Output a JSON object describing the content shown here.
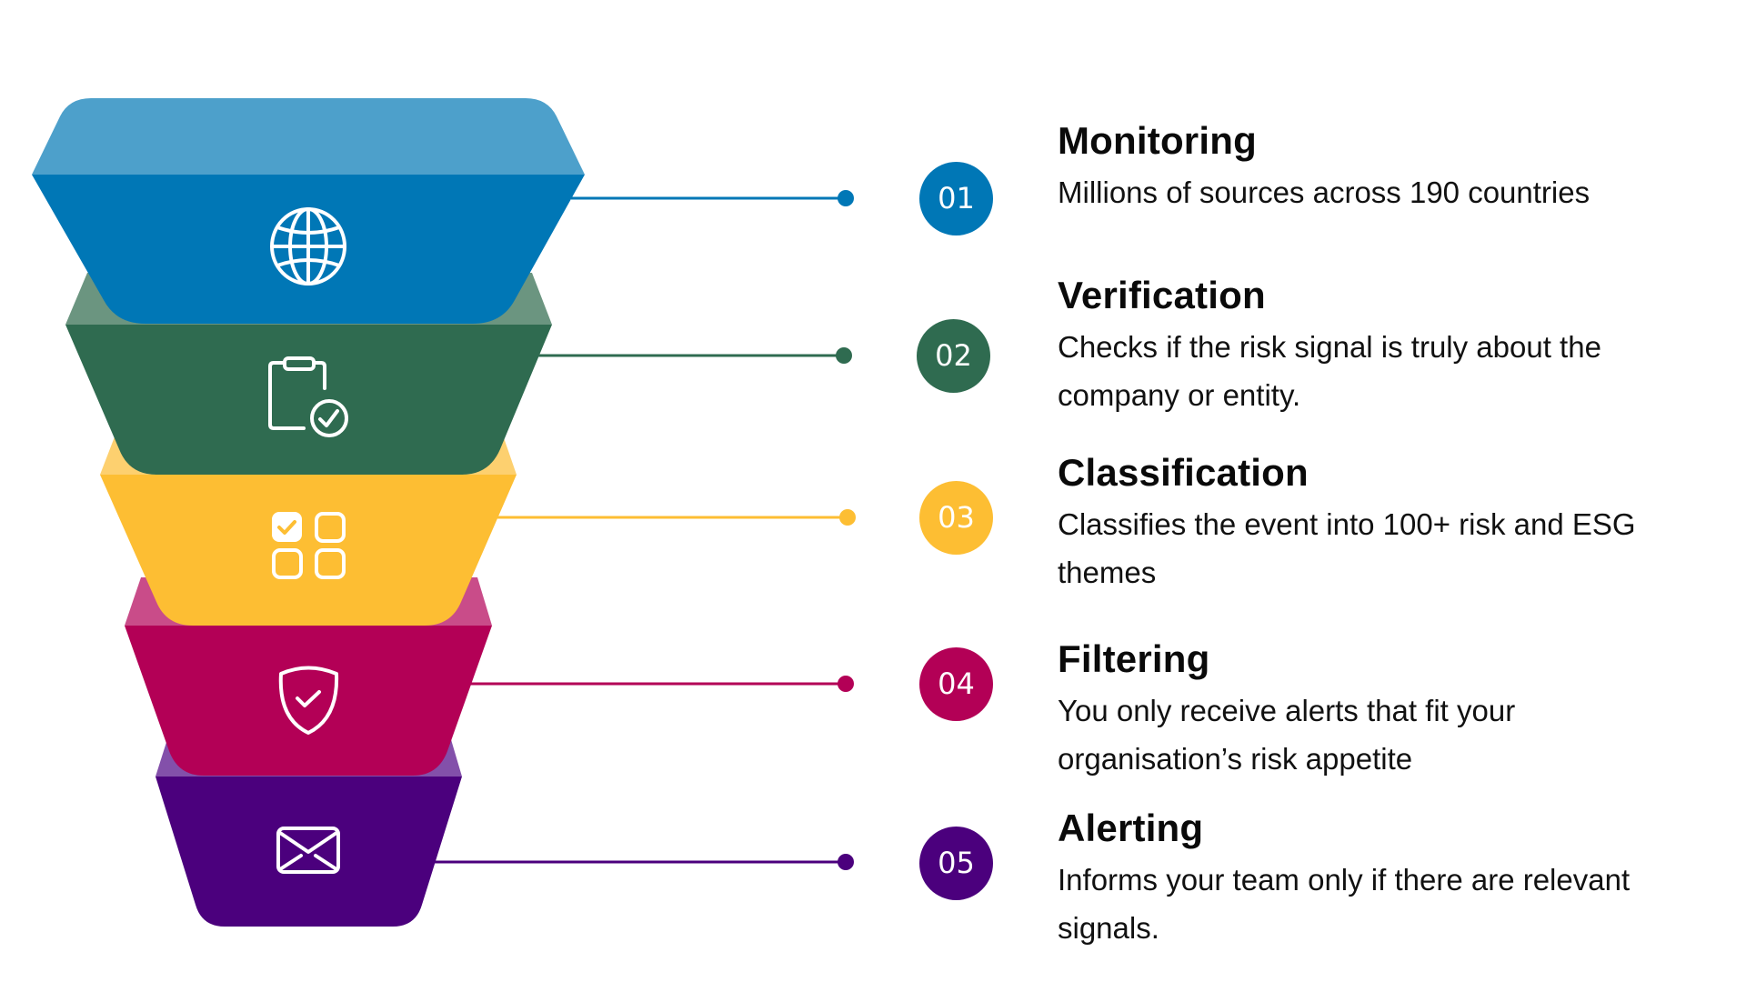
{
  "diagram": {
    "type": "funnel",
    "layer_count": 5
  },
  "steps": [
    {
      "number": "01",
      "title": "Monitoring",
      "description": "Millions of sources across 190 countries",
      "icon": "globe-icon",
      "color": "#0077B6",
      "light_color": "#4DA0CB"
    },
    {
      "number": "02",
      "title": "Verification",
      "description": "Checks if the risk signal is truly about the company or entity.",
      "icon": "clipboard-check-icon",
      "color": "#2F6B50",
      "light_color": "#6B9580"
    },
    {
      "number": "03",
      "title": "Classification",
      "description": "Classifies the event into 100+ risk and ESG themes",
      "icon": "category-grid-check-icon",
      "color": "#FDBE33",
      "light_color": "#FDD06F"
    },
    {
      "number": "04",
      "title": "Filtering",
      "description": "You only receive alerts that fit your organisation’s risk appetite",
      "icon": "shield-check-icon",
      "color": "#B30056",
      "light_color": "#C94C89"
    },
    {
      "number": "05",
      "title": "Alerting",
      "description": "Informs your team only if there are relevant signals.",
      "icon": "envelope-icon",
      "color": "#4B007D",
      "light_color": "#8350AA"
    }
  ]
}
